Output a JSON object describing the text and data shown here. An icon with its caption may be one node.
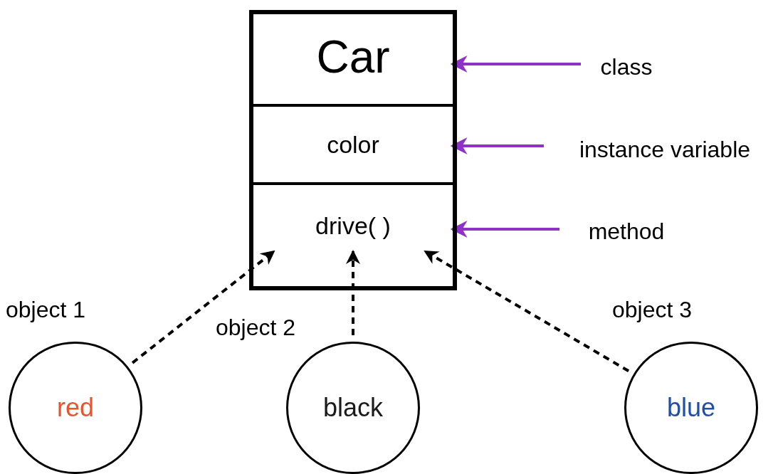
{
  "diagram": {
    "nodes": [
      {
        "text": [],
        "shape": "box"
      },
      {
        "text": [
          "Car"
        ],
        "in": 0
      },
      {
        "text": [
          "color"
        ],
        "in": 0
      },
      {
        "text": [
          "drive( )"
        ],
        "in": 0
      },
      {
        "text": [
          "class"
        ]
      },
      {
        "text": [
          "instance variable"
        ]
      },
      {
        "text": [
          "method"
        ]
      },
      {
        "text": [
          "red"
        ],
        "beside": [
          "object 1"
        ]
      },
      {
        "text": [
          "black"
        ],
        "beside": [
          "object 2"
        ]
      },
      {
        "text": [
          "blue"
        ],
        "beside": [
          "object 3"
        ]
      }
    ],
    "edges": [
      {
        "from": 4,
        "to": 1,
        "arrow": "to",
        "color": "#8e32c8"
      },
      {
        "from": 5,
        "to": 2,
        "arrow": "to",
        "color": "#8e32c8"
      },
      {
        "from": 6,
        "to": 3,
        "arrow": "to",
        "color": "#8e32c8"
      },
      {
        "from": 7,
        "to": 3,
        "arrow": "to",
        "style": "dashed",
        "color": "#000000"
      },
      {
        "from": 8,
        "to": 3,
        "arrow": "to",
        "style": "dashed",
        "color": "#000000"
      },
      {
        "from": 9,
        "to": 3,
        "arrow": "to",
        "style": "dashed",
        "color": "#000000"
      }
    ]
  }
}
